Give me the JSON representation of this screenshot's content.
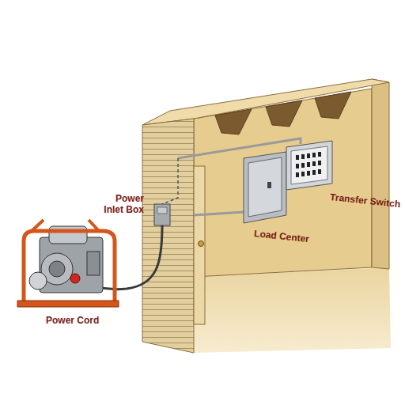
{
  "diagram": {
    "labels": [
      "Power Inlet Box",
      "Power Cord",
      "Transfer Switch",
      "Load Center"
    ]
  }
}
